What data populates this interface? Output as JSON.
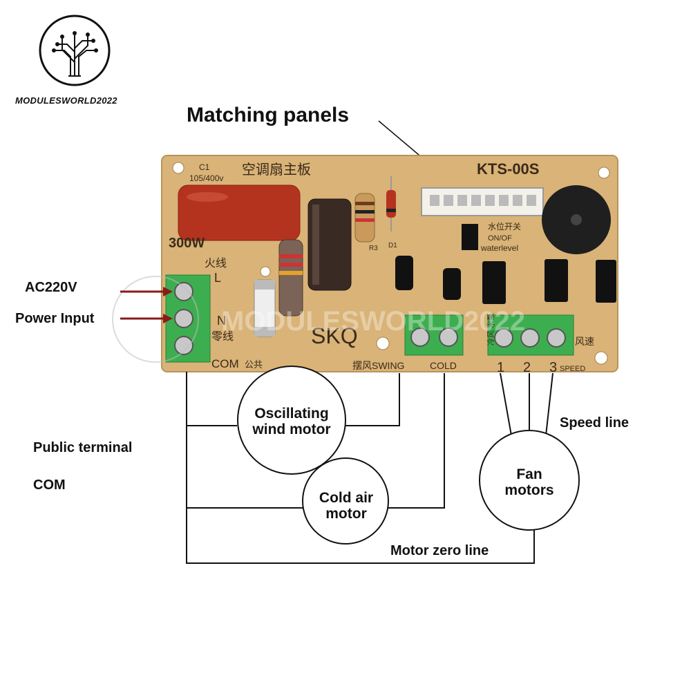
{
  "brand": {
    "name": "MODULESWORLD2022",
    "watermark": "MODULESWORLD2022"
  },
  "title": "Matching panels",
  "left_labels": {
    "ac_voltage": "AC220V",
    "power_input": "Power Input",
    "public_terminal": "Public terminal",
    "com": "COM"
  },
  "motors": {
    "oscillating": "Oscillating wind motor",
    "cold_air": "Cold air motor",
    "fan": "Fan motors"
  },
  "line_labels": {
    "speed_line": "Speed line",
    "motor_zero_line": "Motor zero line"
  },
  "board": {
    "part_code": "KTS-00S",
    "brand_print": "SKQ",
    "capacitor_label": "C1",
    "capacitor_rating": "105/400v",
    "watt_label": "300W",
    "fire_line": "火线",
    "live_l": "L",
    "neutral_n": "N",
    "zero_line": "零线",
    "com_label": "COM",
    "com_cn": "公共",
    "swing_label": "摆风SWING",
    "cold_label": "COLD",
    "speed_cn": "风速",
    "speed_label": "SPEED",
    "speed_numbers": [
      "1",
      "2",
      "3"
    ],
    "water_switch_cn": "水位开关",
    "water_on_off": "ON/OF",
    "water_level": "waterlevel",
    "mode_cn": "冷风 水泵",
    "board_name_cn": "空调扇主板",
    "diode_label": "D1",
    "resistor_label": "R3"
  },
  "colors": {
    "pcb": "#d9b377",
    "terminal_green": "#3dae4f",
    "capacitor_red": "#b4331f",
    "arrow": "#8b1a1a",
    "line": "#111111"
  },
  "icons": [
    "circuit-tree-logo-icon",
    "arrow-right-icon"
  ]
}
